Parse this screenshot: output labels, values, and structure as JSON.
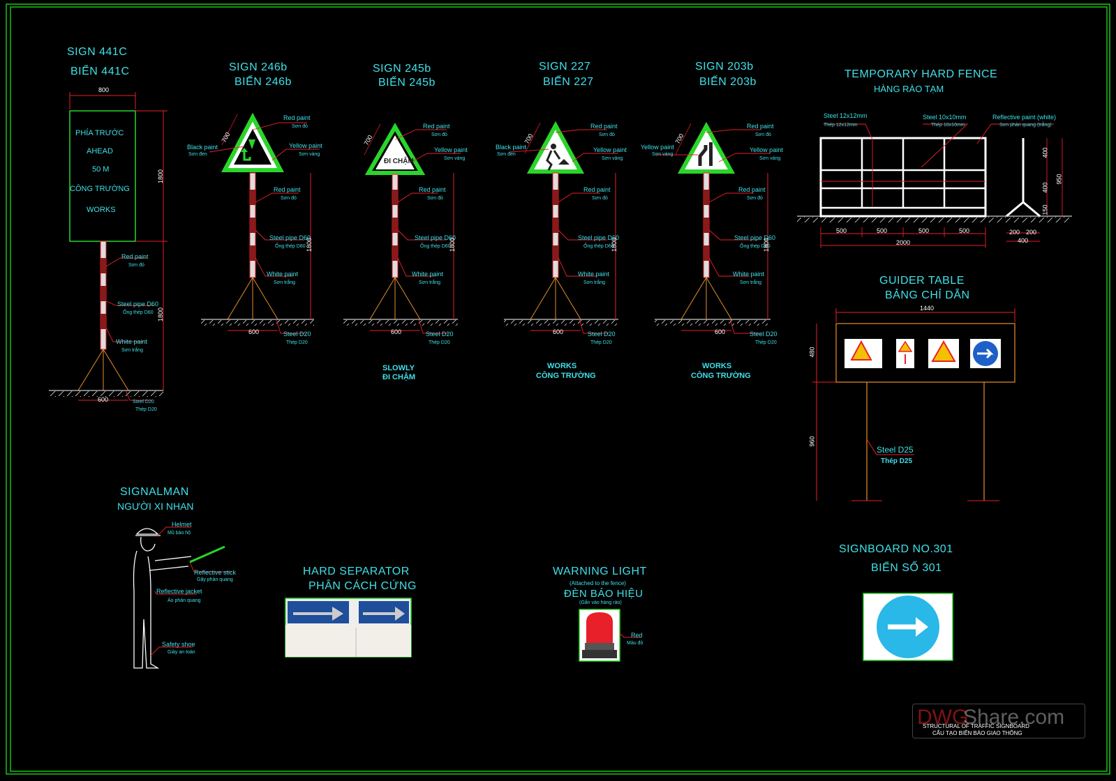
{
  "signs": {
    "s441c": {
      "title_en": "SIGN 441C",
      "title_vi": "BIỂN 441C",
      "line1": "PHÍA TRƯỚC",
      "line2": "AHEAD",
      "line3": "50 M",
      "line4": "CÔNG TRƯỜNG",
      "line5": "WORKS",
      "dim_width": "800",
      "dim_h1": "1800",
      "dim_h2": "1800",
      "dim_base": "600"
    },
    "s246b": {
      "title_en": "SIGN 246b",
      "title_vi": "BIẾN 246b",
      "dim_side": "700",
      "dim_h": "1800",
      "dim_base": "600"
    },
    "s245b": {
      "title_en": "SIGN 245b",
      "title_vi": "BIẾN 245b",
      "inner": "ĐI CHẬM",
      "dim_side": "700",
      "dim_h": "1800",
      "dim_base": "600",
      "cap_en": "SLOWLY",
      "cap_vi": "ĐI CHẬM"
    },
    "s227": {
      "title_en": "SIGN 227",
      "title_vi": "BIẾN 227",
      "dim_side": "700",
      "dim_h": "1800",
      "dim_base": "600",
      "cap_en": "WORKS",
      "cap_vi": "CÔNG TRƯỜNG"
    },
    "s203b": {
      "title_en": "SIGN 203b",
      "title_vi": "BIẾN 203b",
      "dim_side": "700",
      "dim_h": "1800",
      "dim_base": "600",
      "cap_en": "WORKS",
      "cap_vi": "CÔNG TRƯỜNG"
    }
  },
  "labels": {
    "red_paint": "Red paint",
    "red_paint_vi": "Sơn đỏ",
    "yellow_paint": "Yellow paint",
    "yellow_paint_vi": "Sơn vàng",
    "black_paint": "Black paint",
    "black_paint_vi": "Sơn đen",
    "steel_pipe": "Steel pipe D60",
    "steel_pipe_vi": "Ống thép D60",
    "white_paint": "White paint",
    "white_paint_vi": "Sơn trắng",
    "steel_d20": "Steel D20",
    "steel_d20_vi": "Thép D20"
  },
  "fence": {
    "title_en": "TEMPORARY HARD FENCE",
    "title_vi": "HÀNG RÀO TẠM",
    "steel12": "Steel 12x12mm",
    "steel12_vi": "Thép 12x12mm",
    "steel10": "Steel 10x10mm",
    "steel10_vi": "Thép 10x10mm",
    "reflective": "Reflective paint (white)",
    "reflective_vi": "Sơn phản quang (trắng)",
    "d1": "500",
    "d2": "500",
    "d3": "500",
    "d4": "500",
    "total": "2000",
    "h400a": "400",
    "h400b": "400",
    "h150": "150",
    "h950": "950",
    "b200a": "200",
    "b200b": "200",
    "b400": "400"
  },
  "guider": {
    "title_en": "GUIDER TABLE",
    "title_vi": "BẢNG CHỈ DẪN",
    "width": "1440",
    "h480": "480",
    "h960": "960",
    "steel": "Steel D25",
    "steel_vi": "Thép D25"
  },
  "signalman": {
    "title_en": "SIGNALMAN",
    "title_vi": "NGƯỜI XI NHAN",
    "helmet": "Helmet",
    "helmet_vi": "Mũ bảo hộ",
    "stick": "Reflective stick",
    "stick_vi": "Gậy phản quang",
    "jacket": "Reflective jacket",
    "jacket_vi": "Áo phản quang",
    "shoe": "Safety shoe",
    "shoe_vi": "Giày an toàn"
  },
  "separator": {
    "title_en": "HARD SEPARATOR",
    "title_vi": "PHÂN CÁCH CỨNG"
  },
  "warning": {
    "title_en": "WARNING LIGHT",
    "note_en": "(Attached to the fence)",
    "title_vi": "ĐÈN BÁO HIỆU",
    "note_vi": "(Gắn vào hàng rào)",
    "red": "Red",
    "red_vi": "Màu đỏ"
  },
  "signboard": {
    "title_en": "SIGNBOARD NO.301",
    "title_vi": "BIỂN SỐ 301"
  },
  "watermark": {
    "brand_a": "DWG",
    "brand_b": "Share.com",
    "line1": "STRUCTURAL OF TRAFFIC SIGNBOARD",
    "line2": "CẤU TẠO BIỂN BÁO GIAO THÔNG"
  },
  "colors": {
    "frame": "#19c419",
    "cyan": "#3fe0e8",
    "red": "#e8202a",
    "green": "#2ad52a",
    "sky": "#29b8e8"
  }
}
